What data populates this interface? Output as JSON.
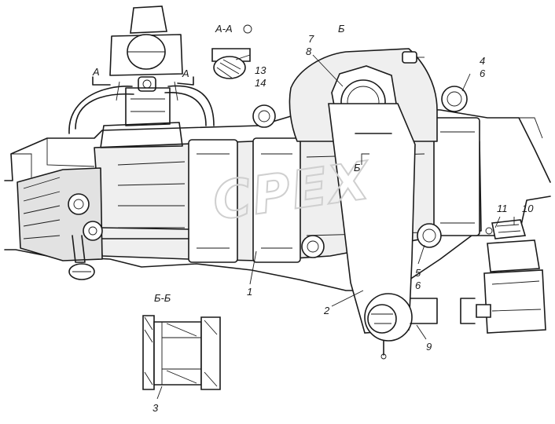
{
  "sections": {
    "aa": "А-А",
    "b": "Б",
    "bb": "Б-Б",
    "a_left": "А",
    "a_right": "А",
    "b_mark": "Б"
  },
  "callouts": {
    "c1": "1",
    "c2": "2",
    "c3": "3",
    "c4": "4",
    "c5": "5",
    "c6a": "6",
    "c6b": "6",
    "c7": "7",
    "c8": "8",
    "c9": "9",
    "c10": "10",
    "c11": "11",
    "c13": "13",
    "c14": "14"
  },
  "watermark": "CPEX"
}
